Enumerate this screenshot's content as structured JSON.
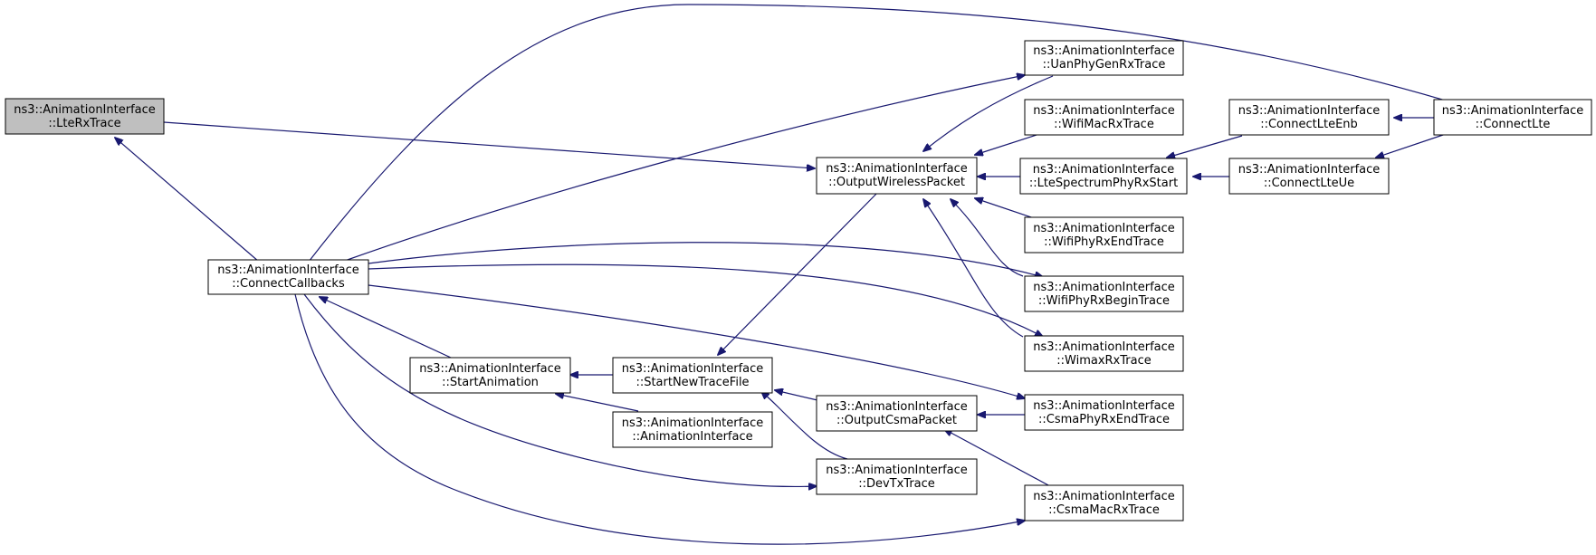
{
  "graph": {
    "colors": {
      "edge": "#191970",
      "node_border": "#000000",
      "node_fill": "#ffffff",
      "highlight_fill": "#bfbfbf"
    },
    "nodes": {
      "lteRx": {
        "line1": "ns3::AnimationInterface",
        "line2": "::LteRxTrace",
        "highlighted": true
      },
      "connectCallbacks": {
        "line1": "ns3::AnimationInterface",
        "line2": "::ConnectCallbacks"
      },
      "startAnimation": {
        "line1": "ns3::AnimationInterface",
        "line2": "::StartAnimation"
      },
      "startNewTrace": {
        "line1": "ns3::AnimationInterface",
        "line2": "::StartNewTraceFile"
      },
      "animIface": {
        "line1": "ns3::AnimationInterface",
        "line2": "::AnimationInterface"
      },
      "outputWireless": {
        "line1": "ns3::AnimationInterface",
        "line2": "::OutputWirelessPacket"
      },
      "outputCsma": {
        "line1": "ns3::AnimationInterface",
        "line2": "::OutputCsmaPacket"
      },
      "devTx": {
        "line1": "ns3::AnimationInterface",
        "line2": "::DevTxTrace"
      },
      "uanPhy": {
        "line1": "ns3::AnimationInterface",
        "line2": "::UanPhyGenRxTrace"
      },
      "wifiMacRx": {
        "line1": "ns3::AnimationInterface",
        "line2": "::WifiMacRxTrace"
      },
      "lteSpectrum": {
        "line1": "ns3::AnimationInterface",
        "line2": "::LteSpectrumPhyRxStart"
      },
      "wifiPhyEnd": {
        "line1": "ns3::AnimationInterface",
        "line2": "::WifiPhyRxEndTrace"
      },
      "wifiPhyBegin": {
        "line1": "ns3::AnimationInterface",
        "line2": "::WifiPhyRxBeginTrace"
      },
      "wimaxRx": {
        "line1": "ns3::AnimationInterface",
        "line2": "::WimaxRxTrace"
      },
      "csmaPhyEnd": {
        "line1": "ns3::AnimationInterface",
        "line2": "::CsmaPhyRxEndTrace"
      },
      "csmaMacRx": {
        "line1": "ns3::AnimationInterface",
        "line2": "::CsmaMacRxTrace"
      },
      "connectLteEnb": {
        "line1": "ns3::AnimationInterface",
        "line2": "::ConnectLteEnb"
      },
      "connectLteUe": {
        "line1": "ns3::AnimationInterface",
        "line2": "::ConnectLteUe"
      },
      "connectLte": {
        "line1": "ns3::AnimationInterface",
        "line2": "::ConnectLte"
      }
    }
  }
}
